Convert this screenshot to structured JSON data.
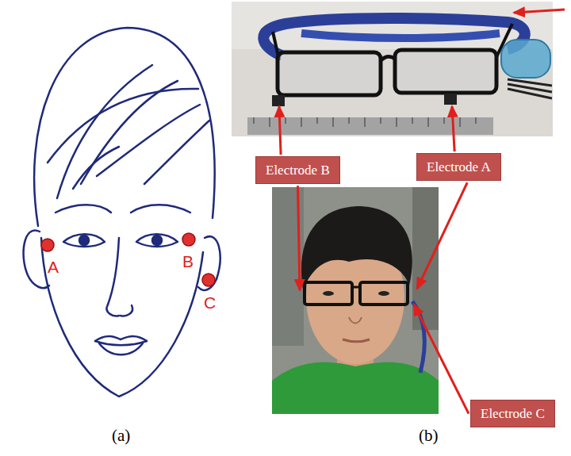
{
  "diagram": {
    "nodes": [
      {
        "text": [
          "Electrode B"
        ]
      },
      {
        "text": [
          "Electrode A"
        ]
      },
      {
        "text": [
          "Electrode C"
        ]
      }
    ],
    "labels": [
      "A",
      "B",
      "C",
      "(a)",
      "(b)"
    ]
  }
}
